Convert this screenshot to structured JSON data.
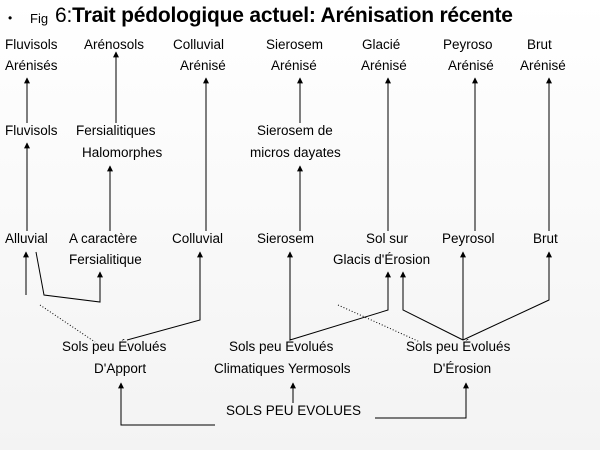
{
  "title": {
    "bullet": "•",
    "fig_label": "Fig",
    "fig_number": "6:",
    "text": "Trait pédologique actuel: Arénisation récente"
  },
  "row1": {
    "fluvisols": "Fluvisols",
    "arenosols": "Arénosols",
    "colluvial": "Colluvial",
    "sierosem": "Sierosem",
    "glacie": "Glacié",
    "peyroso": "Peyroso",
    "brut": "Brut"
  },
  "row2": {
    "arenises": "Arénisés",
    "arenise_colluvial": "Arénisé",
    "arenise_sierosem": "Arénisé",
    "arenise_glacie": "Arénisé",
    "arenise_peyroso": "Arénisé",
    "arenise_brut": "Arénisé"
  },
  "row3": {
    "fluvisols": "Fluvisols",
    "fersialitiques": "Fersialitiques",
    "halomorphes": "Halomorphes",
    "sierosem_de": "Sierosem de",
    "micros_dayates": "micros dayates"
  },
  "row4": {
    "alluvial": "Alluvial",
    "a_caractere": "A caractère",
    "fersialitique": "Fersialitique",
    "colluvial": "Colluvial",
    "sierosem": "Sierosem",
    "sol_sur": "Sol sur",
    "glacis_erosion": "Glacis d'Érosion",
    "peyrosol": "Peyrosol",
    "brut": "Brut"
  },
  "row5": {
    "sols_peu_evolues_1": "Sols peu Évolués",
    "d_apport": "D'Apport",
    "sols_peu_evolues_2": "Sols peu Évolués",
    "climatiques_yermosols": "Climatiques Yermosols",
    "sols_peu_evolues_3": "Sols peu Évolués",
    "d_erosion": "D'Érosion"
  },
  "bottom": {
    "sols_peu_evolues": "SOLS PEU EVOLUES"
  },
  "colors": {
    "line": "#000000",
    "background_top": "#ffffff",
    "background_bottom": "#f3f3f3"
  }
}
